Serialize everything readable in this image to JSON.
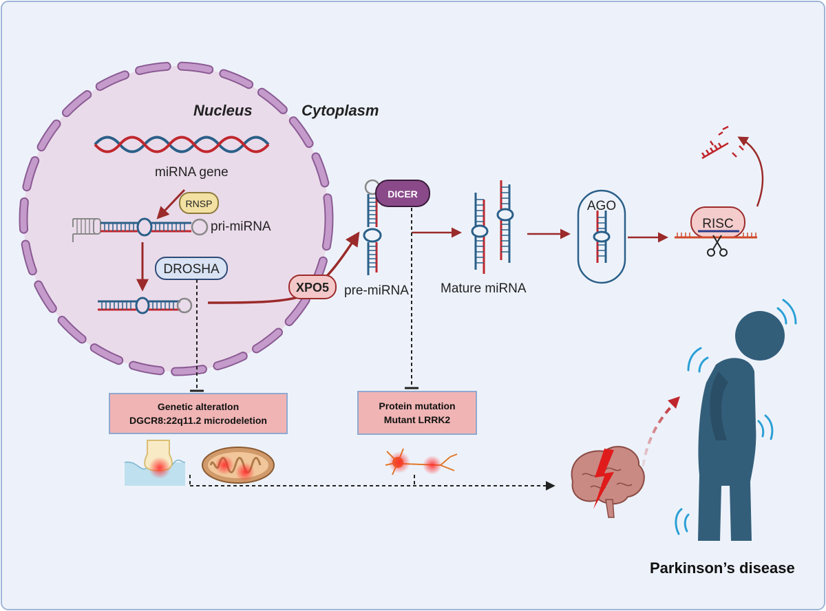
{
  "labels": {
    "nucleus": "Nucleus",
    "cytoplasm": "Cytoplasm",
    "mirna_gene": "miRNA gene",
    "rnsp": "RNSP",
    "pri_mirna": "pri-miRNA",
    "drosha": "DROSHA",
    "xpo5": "XPO5",
    "pre_mirna": "pre-miRNA",
    "dicer": "DICER",
    "mature_mirna": "Mature miRNA",
    "ago": "AGO",
    "risc": "RISC",
    "genetic_line1": "Genetic alteratlon",
    "genetic_line2": "DGCR8:22q11.2 microdeletion",
    "protein_line1": "Protein mutation",
    "protein_line2": "Mutant LRRK2",
    "parkinsons": "Parkinson’s disease"
  },
  "colors": {
    "background": "#edf2fa",
    "frame": "#9fb4d6",
    "nucleus_fill": "#eadbea",
    "nucleus_membrane": "#b98cc0",
    "nucleus_membrane_stroke": "#8a5a93",
    "strand_blue": "#2a5f88",
    "strand_red": "#c0272d",
    "arrow": "#9b2a2a",
    "dicer": "#8a4a8a",
    "drosha_fill": "#d9e3f3",
    "rnsp_fill": "#f3e1a3",
    "xpo5_fill": "#f4c8c8",
    "risc_fill": "#f4cccc",
    "ago_stroke": "#2a5f88",
    "box_fill": "#f0b4b4",
    "box_stroke": "#8fa8d0",
    "person": "#335e7a",
    "motion_lines": "#2a9fd6",
    "brain": "#c98a84",
    "lightning": "#e01b1b"
  },
  "icons": [
    "dna-helix-icon",
    "scissors-icon",
    "synapse-icon",
    "mitochondrion-icon",
    "neuron-icon",
    "brain-icon",
    "lightning-icon",
    "person-icon",
    "motion-lines-icon",
    "degraded-mrna-icon"
  ]
}
